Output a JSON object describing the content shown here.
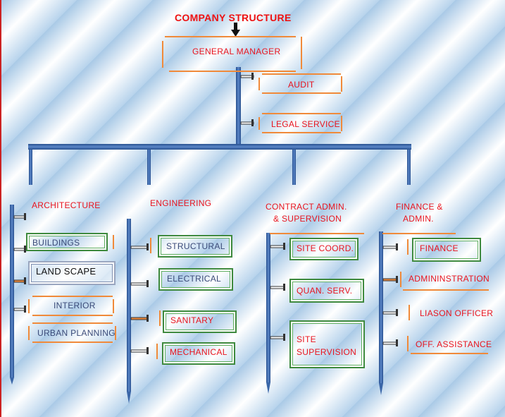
{
  "title": "COMPANY STRUCTURE",
  "top": {
    "general_manager": "GENERAL MANAGER",
    "audit": "AUDIT",
    "legal_service": "LEGAL SERVICE"
  },
  "departments": {
    "architecture": {
      "label": "ARCHITECTURE",
      "items": [
        "BUILDINGS",
        "LAND SCAPE",
        "INTERIOR",
        "URBAN PLANNING"
      ]
    },
    "engineering": {
      "label": "ENGINEERING",
      "items": [
        "STRUCTURAL",
        "ELECTRICAL",
        "SANITARY",
        "MECHANICAL"
      ]
    },
    "contract": {
      "label_line1": "CONTRACT ADMIN.",
      "label_line2": "& SUPERVISION",
      "items": [
        "SITE COORD.",
        "QUAN. SERV.",
        "SITE",
        "SUPERVISION"
      ]
    },
    "finance": {
      "label_line1": "FINANCE &",
      "label_line2": "ADMIN.",
      "items": [
        "FINANCE",
        "ADMININSTRATION",
        "LIASON OFFICER",
        "OFF. ASSISTANCE"
      ]
    }
  },
  "colors": {
    "text_red": "#e8141e",
    "text_slate": "#3a4a78",
    "connector_blue": "#3a66a8",
    "accent_orange": "#f08a3a",
    "box_green": "#3f8a3f"
  }
}
